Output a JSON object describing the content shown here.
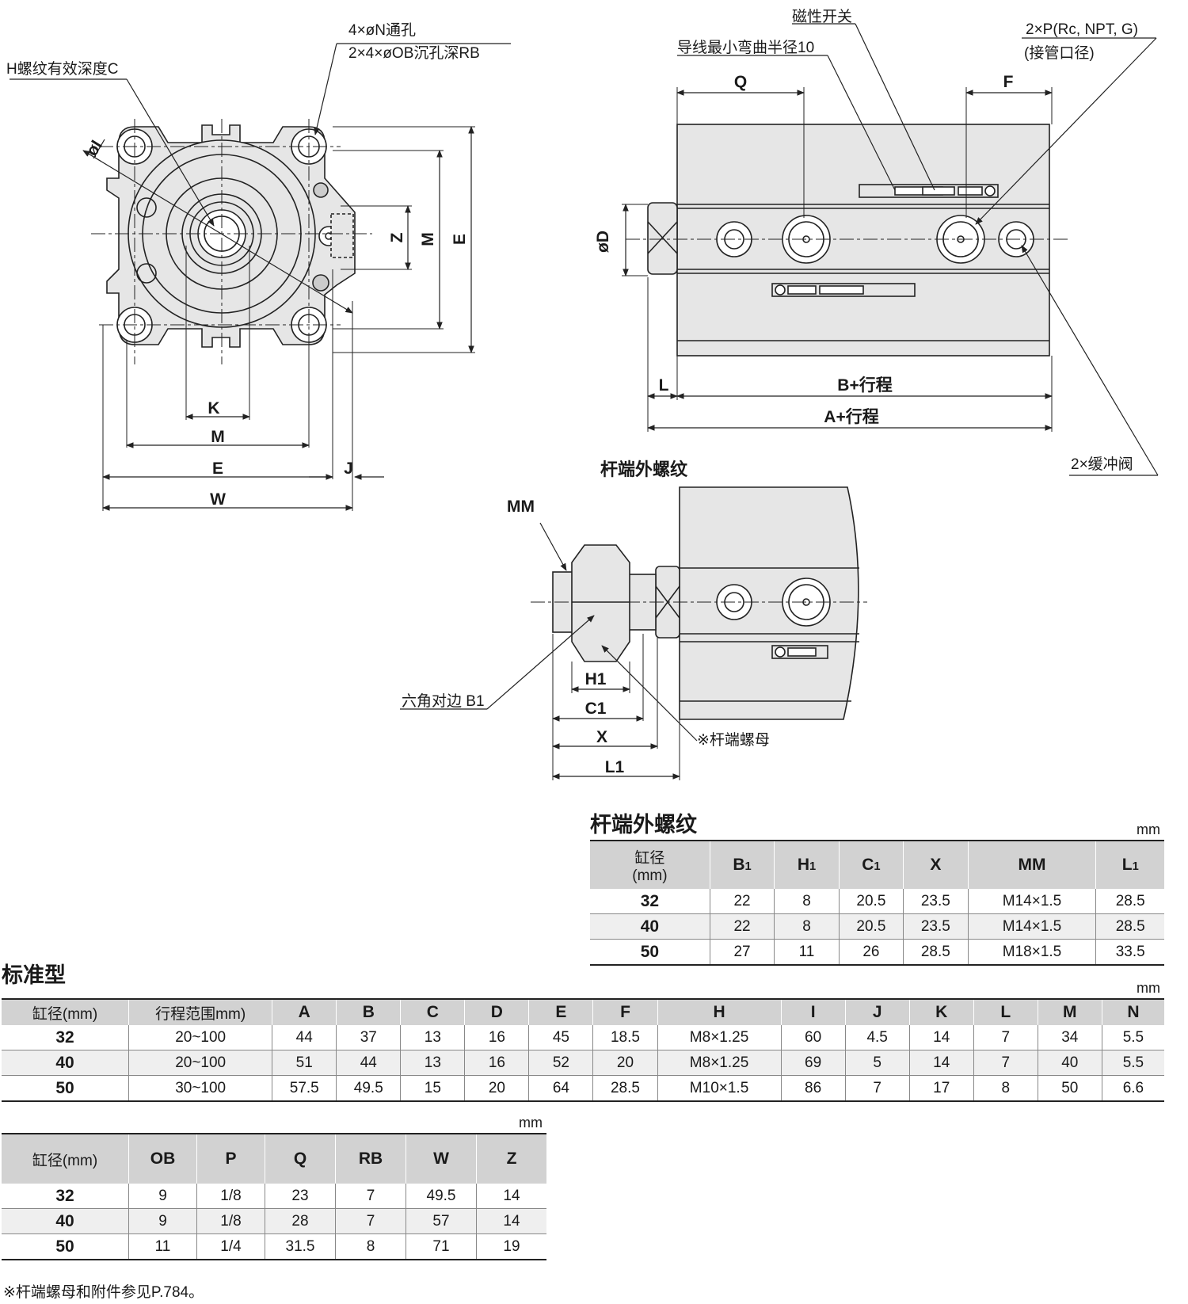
{
  "front_view": {
    "callouts": {
      "h_thread": "H螺纹有效深度C",
      "n_through_line1": "4×øN通孔",
      "n_through_line2": "2×4×øOB沉孔深RB",
      "i_dia": "øI"
    },
    "dims": {
      "k": "K",
      "m_h": "M",
      "e_h": "E",
      "w": "W",
      "j": "J",
      "z": "Z",
      "m_v": "M",
      "e_v": "E"
    }
  },
  "side_view": {
    "callouts": {
      "auto_switch": "磁性开关",
      "min_bend": "导线最小弯曲半径10",
      "port_line1": "2×P(Rc, NPT, G)",
      "port_line2": "(接管口径)",
      "cushion": "2×缓冲阀"
    },
    "dims": {
      "q": "Q",
      "f": "F",
      "d": "øD",
      "l": "L",
      "b_stroke": "B+行程",
      "a_stroke": "A+行程"
    }
  },
  "rod_end_view": {
    "title": "杆端外螺纹",
    "callouts": {
      "mm": "MM",
      "hex": "六角对边 B1",
      "nut": "※杆端螺母"
    },
    "dims": {
      "h1": "H1",
      "c1": "C1",
      "x": "X",
      "l1": "L1"
    }
  },
  "rod_table": {
    "title": "杆端外螺纹",
    "unit": "mm",
    "columns": [
      "缸径\n(mm)",
      "B1",
      "H1",
      "C1",
      "X",
      "MM",
      "L1"
    ],
    "rows": [
      [
        "32",
        "22",
        "8",
        "20.5",
        "23.5",
        "M14×1.5",
        "28.5"
      ],
      [
        "40",
        "22",
        "8",
        "20.5",
        "23.5",
        "M14×1.5",
        "28.5"
      ],
      [
        "50",
        "27",
        "11",
        "26",
        "28.5",
        "M18×1.5",
        "33.5"
      ]
    ]
  },
  "std_table": {
    "title": "标准型",
    "unit": "mm",
    "columns": [
      "缸径(mm)",
      "行程范围mm)",
      "A",
      "B",
      "C",
      "D",
      "E",
      "F",
      "H",
      "I",
      "J",
      "K",
      "L",
      "M",
      "N"
    ],
    "rows": [
      [
        "32",
        "20~100",
        "44",
        "37",
        "13",
        "16",
        "45",
        "18.5",
        "M8×1.25",
        "60",
        "4.5",
        "14",
        "7",
        "34",
        "5.5"
      ],
      [
        "40",
        "20~100",
        "51",
        "44",
        "13",
        "16",
        "52",
        "20",
        "M8×1.25",
        "69",
        "5",
        "14",
        "7",
        "40",
        "5.5"
      ],
      [
        "50",
        "30~100",
        "57.5",
        "49.5",
        "15",
        "20",
        "64",
        "28.5",
        "M10×1.5",
        "86",
        "7",
        "17",
        "8",
        "50",
        "6.6"
      ]
    ]
  },
  "ob_table": {
    "unit": "mm",
    "columns": [
      "缸径(mm)",
      "OB",
      "P",
      "Q",
      "RB",
      "W",
      "Z"
    ],
    "rows": [
      [
        "32",
        "9",
        "1/8",
        "23",
        "7",
        "49.5",
        "14"
      ],
      [
        "40",
        "9",
        "1/8",
        "28",
        "7",
        "57",
        "14"
      ],
      [
        "50",
        "11",
        "1/4",
        "31.5",
        "8",
        "71",
        "19"
      ]
    ]
  },
  "footnote": "※杆端螺母和附件参见P.784。"
}
